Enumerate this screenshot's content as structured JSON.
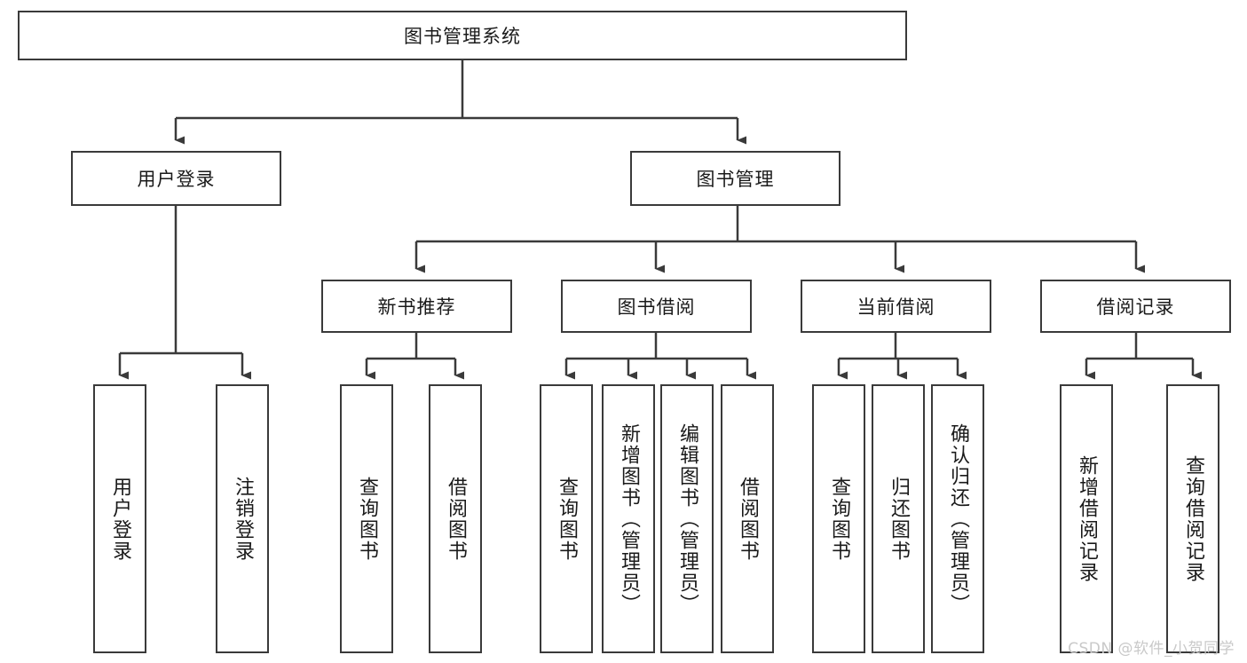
{
  "diagram": {
    "title": "图书管理系统",
    "type": "tree-hierarchy-diagram",
    "root": {
      "id": "root",
      "label": "图书管理系统"
    },
    "level2": [
      {
        "id": "user-login",
        "label": "用户登录"
      },
      {
        "id": "book-manage",
        "label": "图书管理"
      }
    ],
    "level3": [
      {
        "id": "new-book-recommend",
        "label": "新书推荐",
        "parent": "book-manage"
      },
      {
        "id": "book-borrow",
        "label": "图书借阅",
        "parent": "book-manage"
      },
      {
        "id": "current-borrow",
        "label": "当前借阅",
        "parent": "book-manage"
      },
      {
        "id": "borrow-record",
        "label": "借阅记录",
        "parent": "book-manage"
      }
    ],
    "leaves": [
      {
        "id": "leaf-user-login",
        "label": "用户登录",
        "parent": "user-login"
      },
      {
        "id": "leaf-logout-login",
        "label": "注销登录",
        "parent": "user-login"
      },
      {
        "id": "leaf-query-book-1",
        "label": "查询图书",
        "parent": "new-book-recommend"
      },
      {
        "id": "leaf-borrow-book-1",
        "label": "借阅图书",
        "parent": "new-book-recommend"
      },
      {
        "id": "leaf-query-book-2",
        "label": "查询图书",
        "parent": "book-borrow"
      },
      {
        "id": "leaf-add-book",
        "label": "新增图书（管理员）",
        "parent": "book-borrow"
      },
      {
        "id": "leaf-edit-book",
        "label": "编辑图书（管理员）",
        "parent": "book-borrow"
      },
      {
        "id": "leaf-borrow-book-2",
        "label": "借阅图书",
        "parent": "book-borrow"
      },
      {
        "id": "leaf-query-book-3",
        "label": "查询图书",
        "parent": "current-borrow"
      },
      {
        "id": "leaf-return-book",
        "label": "归还图书",
        "parent": "current-borrow"
      },
      {
        "id": "leaf-confirm-return",
        "label": "确认归还（管理员）",
        "parent": "current-borrow"
      },
      {
        "id": "leaf-add-record",
        "label": "新增借阅记录",
        "parent": "borrow-record"
      },
      {
        "id": "leaf-query-record",
        "label": "查询借阅记录",
        "parent": "borrow-record"
      }
    ],
    "watermark": "CSDN @软件_小贺同学",
    "colors": {
      "stroke": "#3a3a3a",
      "background": "#ffffff",
      "text": "#1a1a1a",
      "watermark": "#c9c9c9"
    }
  }
}
